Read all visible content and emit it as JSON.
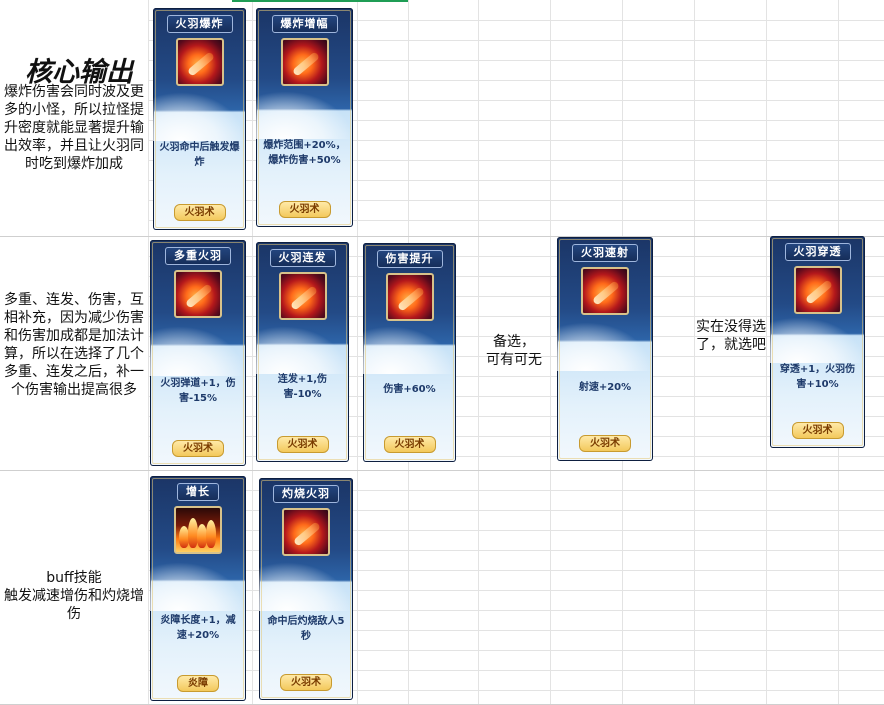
{
  "rows": [
    {
      "title": "核心输出",
      "text": "爆炸伤害会同时波及更多的小怪，所以拉怪提升密度就能显著提升输出效率，并且让火羽同时吃到爆炸加成"
    },
    {
      "text": "多重、连发、伤害，互相补充，因为减少伤害和伤害加成都是加法计算，所以在选择了几个多重、连发之后，补一个伤害输出提高很多"
    },
    {
      "text": "buff技能\n触发减速增伤和灼烧增伤"
    }
  ],
  "notes": {
    "backup": "备选，\n可有可无",
    "fallback": "实在没得选了，就选吧"
  },
  "cards": [
    {
      "title": "火羽爆炸",
      "icon": "fire-feather-icon",
      "desc": "火羽命中后触发爆炸",
      "tag": "火羽术"
    },
    {
      "title": "爆炸增幅",
      "icon": "fire-feather-icon",
      "desc": "爆炸范围+20%，爆炸伤害+50%",
      "tag": "火羽术"
    },
    {
      "title": "多重火羽",
      "icon": "fire-feather-icon",
      "desc": "火羽弹道+1，伤害-15%",
      "tag": "火羽术"
    },
    {
      "title": "火羽连发",
      "icon": "fire-feather-icon",
      "desc": "连发+1,伤害-10%",
      "tag": "火羽术"
    },
    {
      "title": "伤害提升",
      "icon": "fire-feather-icon",
      "desc": "伤害+60%",
      "tag": "火羽术"
    },
    {
      "title": "火羽速射",
      "icon": "fire-feather-icon",
      "desc": "射速+20%",
      "tag": "火羽术"
    },
    {
      "title": "火羽穿透",
      "icon": "fire-feather-icon",
      "desc": "穿透+1，火羽伤害+10%",
      "tag": "火羽术"
    },
    {
      "title": "增长",
      "icon": "flame-wall-icon",
      "desc": "炎障长度+1，减速+20%",
      "tag": "炎障"
    },
    {
      "title": "灼烧火羽",
      "icon": "fire-feather-icon",
      "desc": "命中后灼烧敌人5秒",
      "tag": "火羽术"
    }
  ]
}
